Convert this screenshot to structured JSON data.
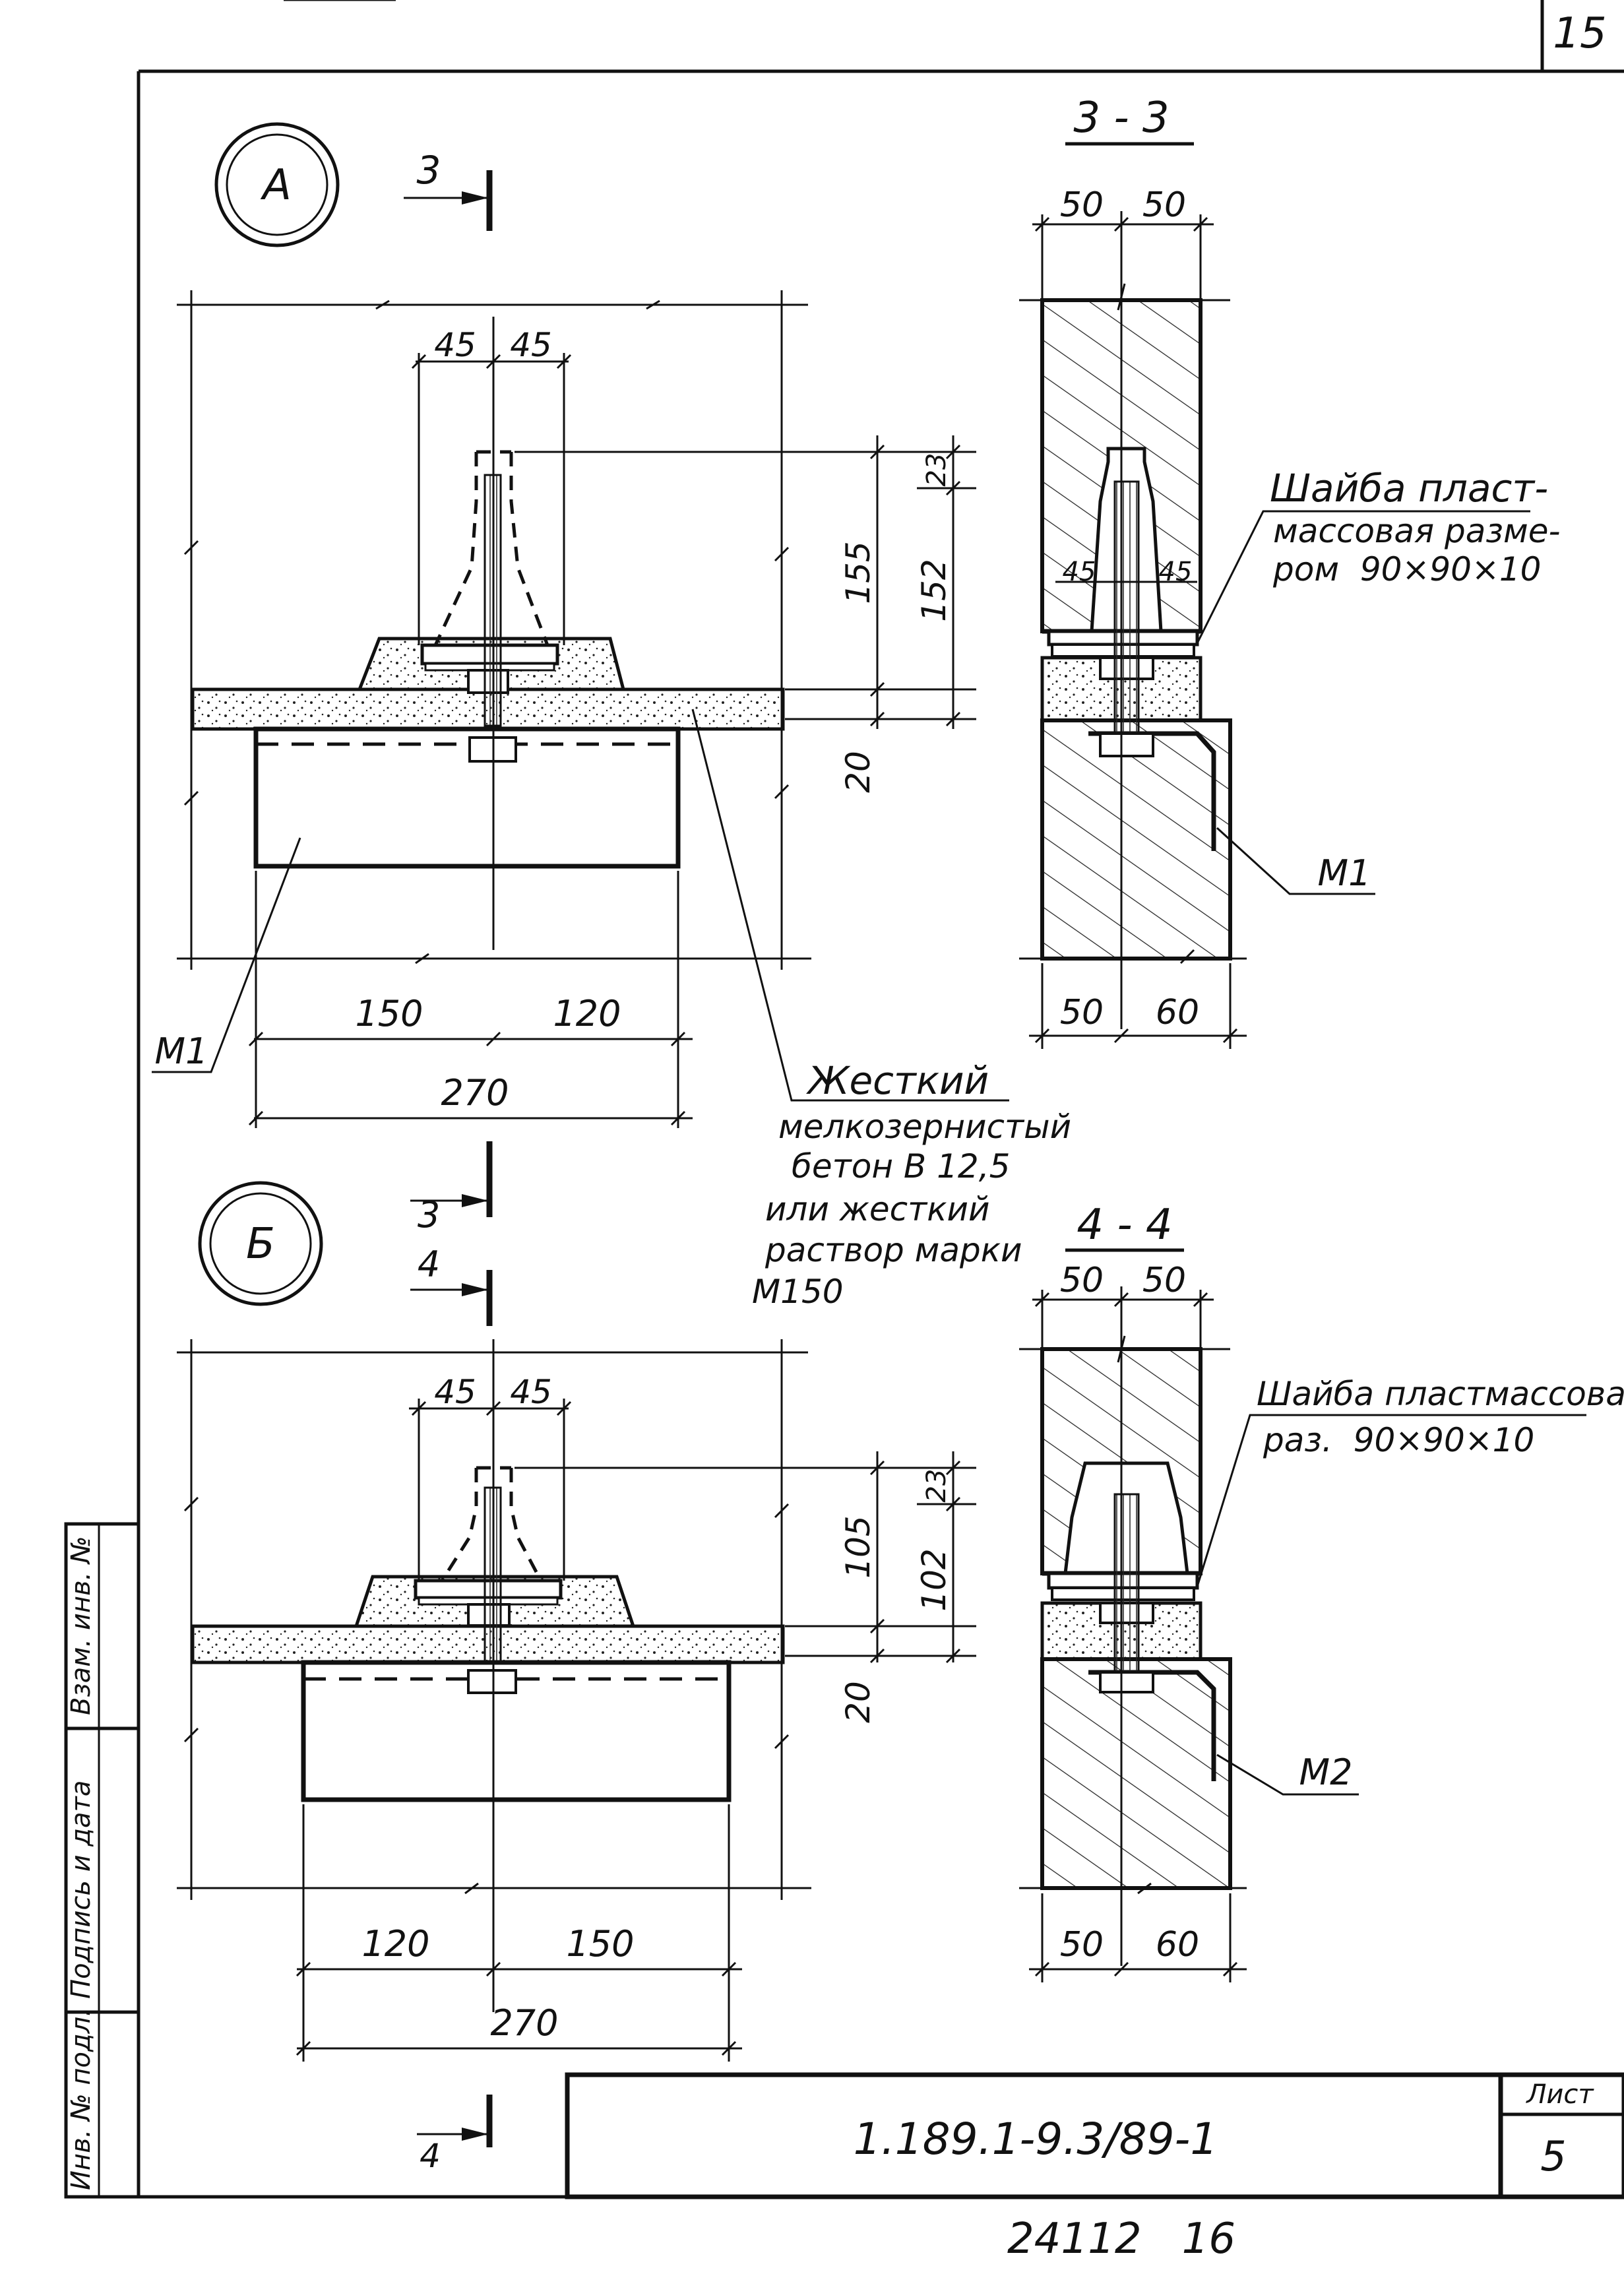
{
  "sheet_number_top": "15",
  "bottom_number": "24112   16",
  "title_block": {
    "doc_code": "1.189.1-9.3/89-1",
    "sheet_label": "Лист",
    "sheet_value": "5"
  },
  "side_stamp": {
    "inv_orig": "Инв. № подл.",
    "sign_date": "Подпись и дата",
    "inv_replace": "Взам. инв. №"
  },
  "node_a": {
    "label": "А",
    "section_mark": "3",
    "dims_top": [
      "45",
      "45"
    ],
    "dims_right": [
      "155",
      "152",
      "23",
      "20"
    ],
    "dims_bottom": [
      "150",
      "120",
      "270"
    ],
    "part_label": "М1"
  },
  "node_b": {
    "label": "Б",
    "section_mark_3": "3",
    "section_mark_4": "4",
    "section_mark_4_bottom": "4",
    "dims_top": [
      "45",
      "45"
    ],
    "dims_right": [
      "105",
      "102",
      "23",
      "20"
    ],
    "dims_bottom": [
      "120",
      "150",
      "270"
    ]
  },
  "note": {
    "line1": "Жесткий",
    "line2": "мелкозернистый",
    "line3": "бетон В 12,5",
    "line4": "или жесткий",
    "line5": "раствор марки",
    "line6": "М150"
  },
  "section_3_3": {
    "title": "3 - 3",
    "dims_top": [
      "50",
      "50"
    ],
    "dims_bottom": [
      "50",
      "60"
    ],
    "dims_washer": [
      "45",
      "45"
    ],
    "washer_line1": "Шайба пласт-",
    "washer_line2": "массовая разме-",
    "washer_line3": "ром  90×90×10",
    "part_label": "М1"
  },
  "section_4_4": {
    "title": "4 - 4",
    "dims_top": [
      "50",
      "50"
    ],
    "dims_bottom": [
      "50",
      "60"
    ],
    "washer_line1": "Шайба пластмассовая",
    "washer_line2": "раз.  90×90×10",
    "part_label": "М2"
  }
}
